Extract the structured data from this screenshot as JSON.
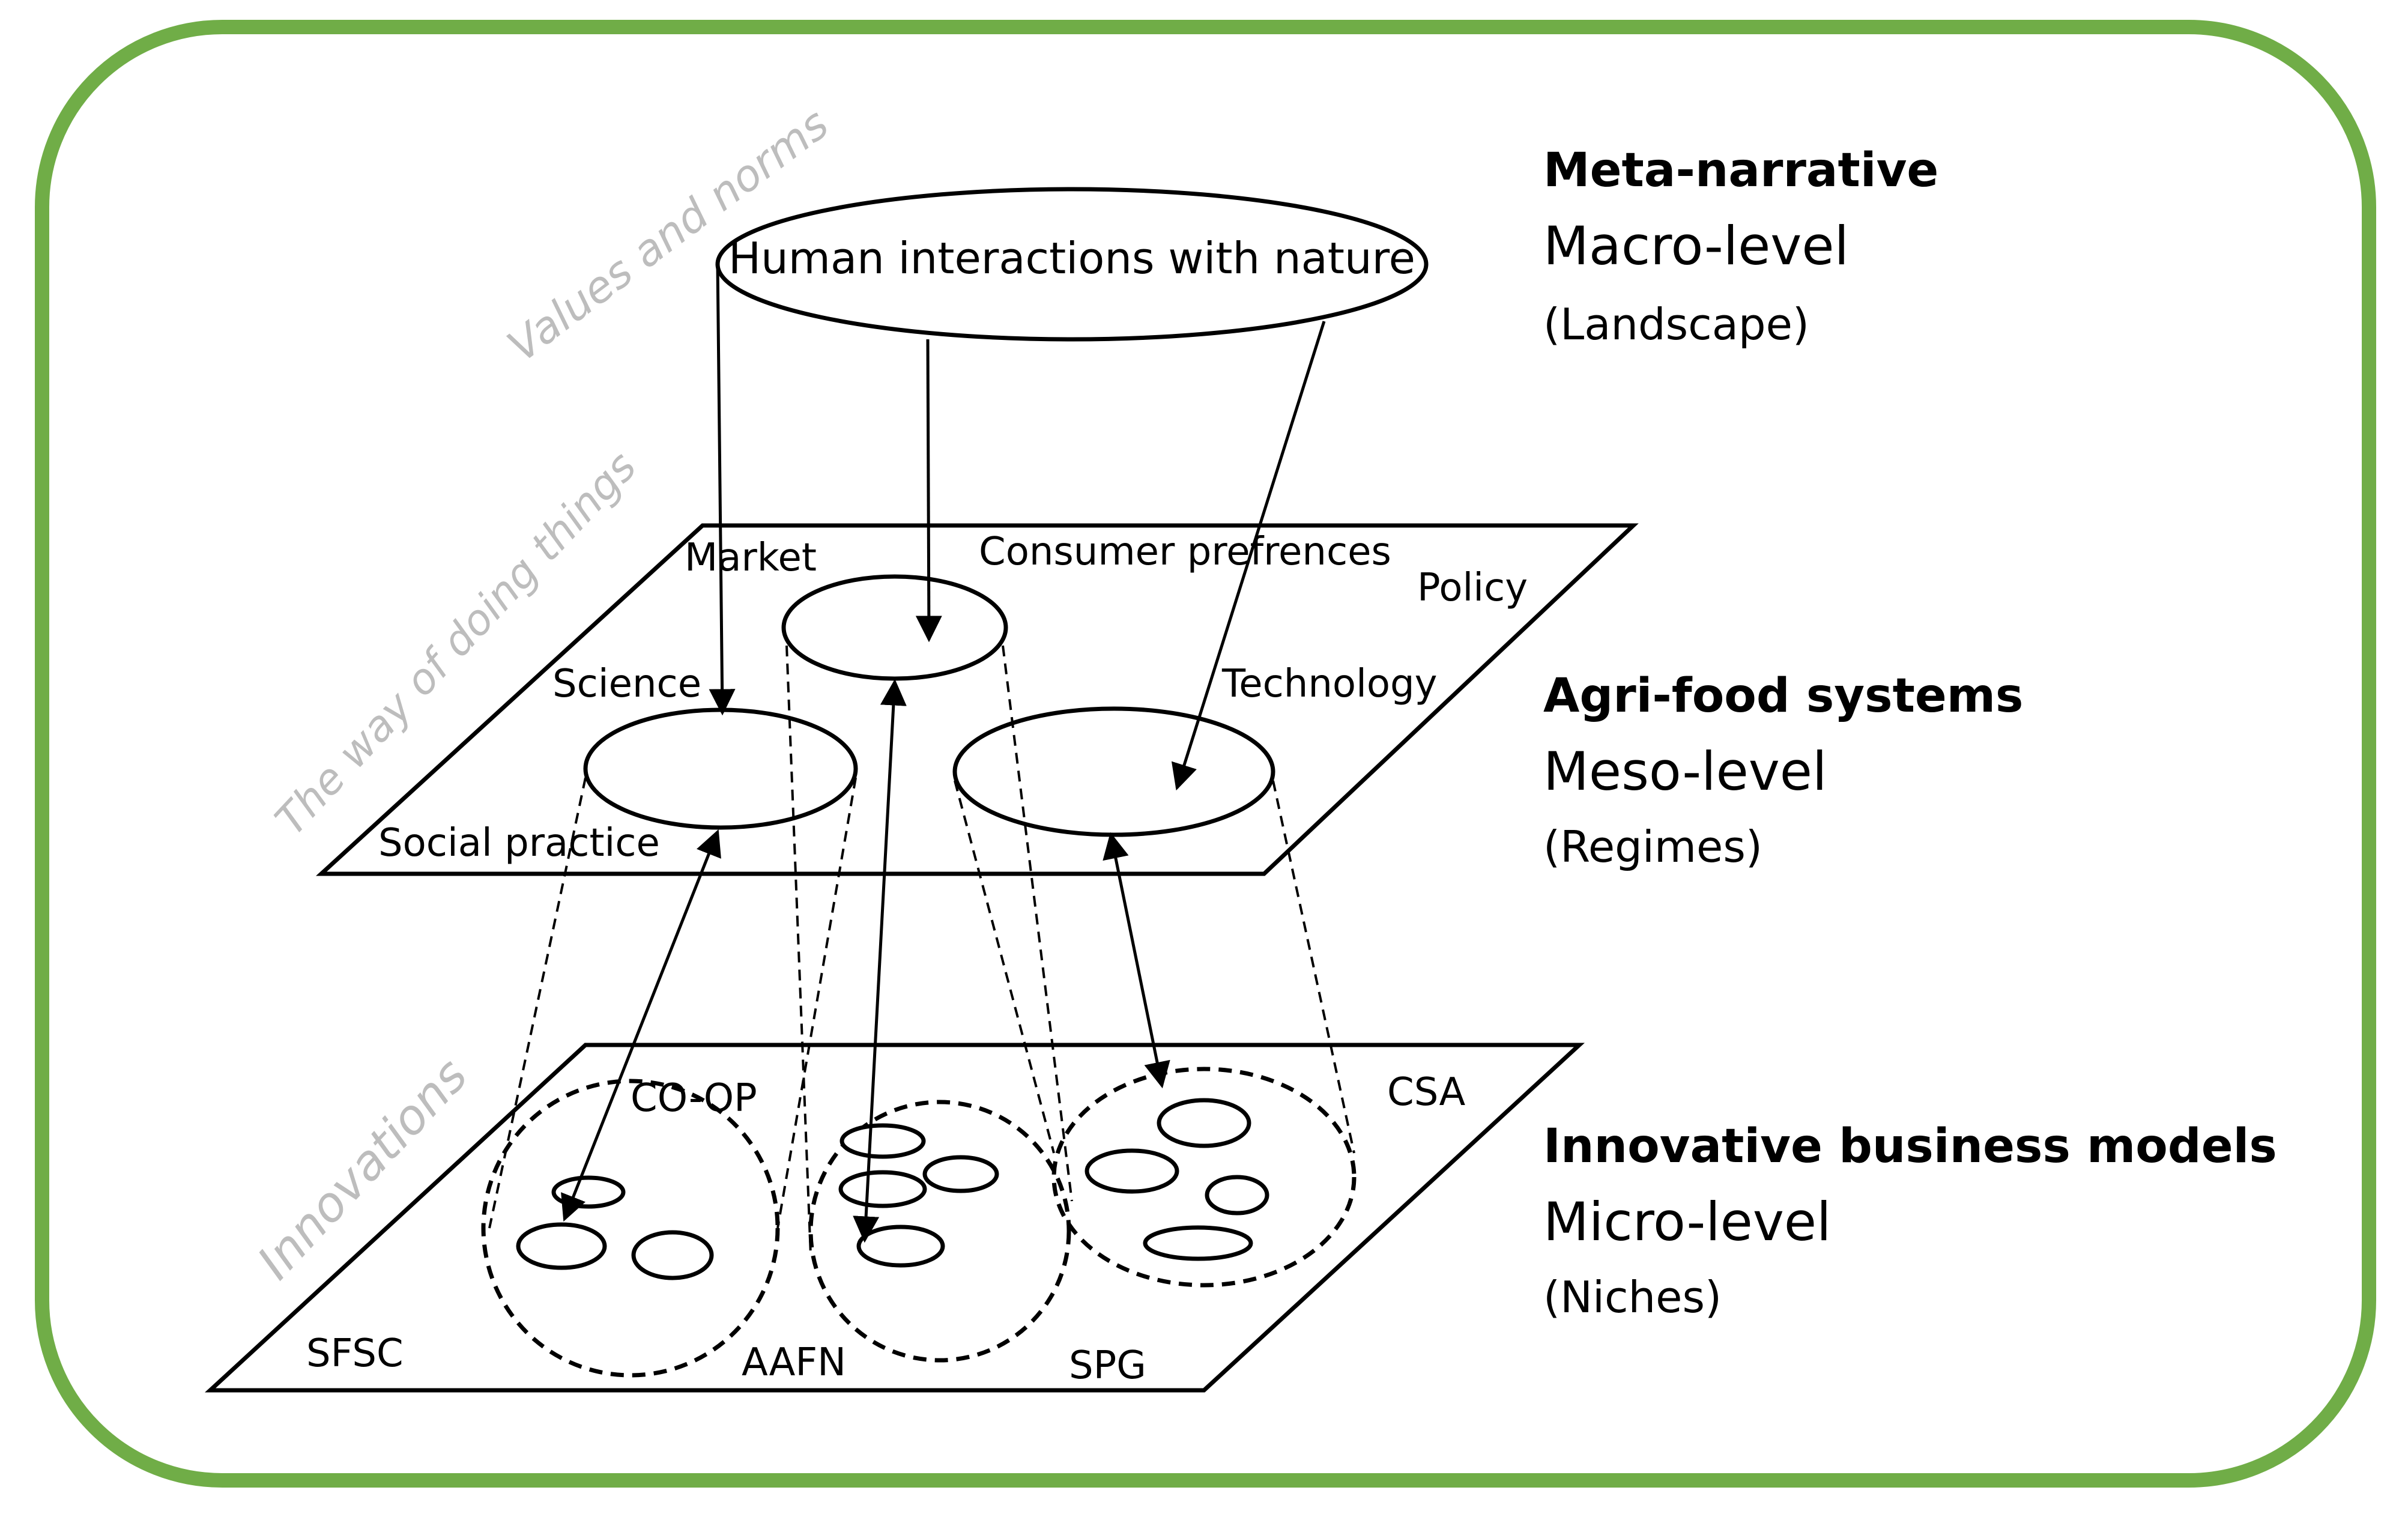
{
  "macro": {
    "values_label": "Values and norms",
    "central_node": "Human interactions with nature",
    "side_title": "Meta-narrative",
    "side_level": "Macro-level",
    "side_note": "(Landscape)"
  },
  "meso": {
    "way_label": "The way of doing things",
    "market": "Market",
    "consumer": "Consumer prefrences",
    "policy": "Policy",
    "science": "Science",
    "technology": "Technology",
    "social": "Social practice",
    "side_title": "Agri-food systems",
    "side_level": "Meso-level",
    "side_note": "(Regimes)"
  },
  "micro": {
    "innovations_label": "Innovations",
    "coop": "CO-OP",
    "csa": "CSA",
    "sfsc": "SFSC",
    "aafn": "AAFN",
    "spg": "SPG",
    "side_title": "Innovative business models",
    "side_level": "Micro-level",
    "side_note": "(Niches)"
  },
  "colors": {
    "frame": "#70ad47",
    "annotation": "#bdbdbd",
    "line": "#000000"
  }
}
